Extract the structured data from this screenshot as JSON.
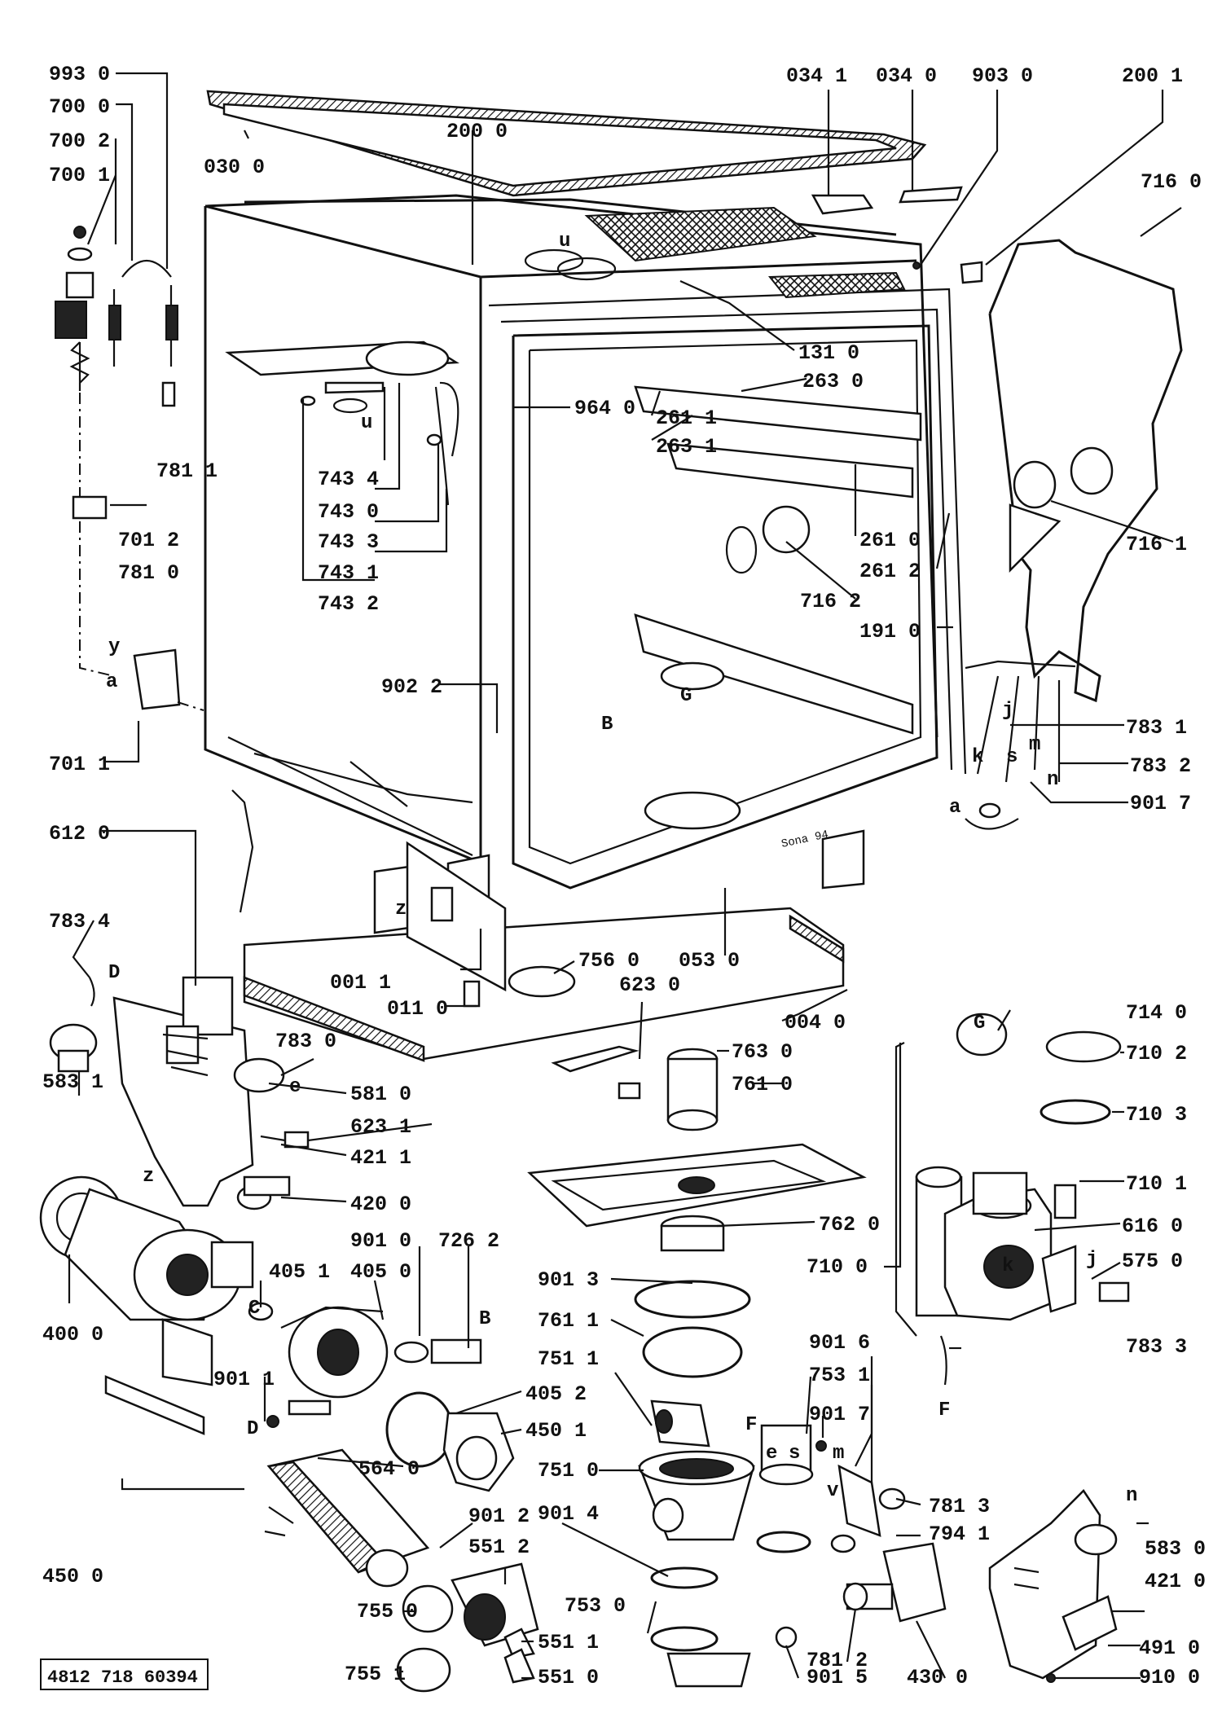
{
  "diagram": {
    "document_code": "4812 718 60394",
    "handwritten_mark": "Sona 94",
    "callouts": [
      {
        "id": "c-993-0",
        "text": "993 0"
      },
      {
        "id": "c-700-0",
        "text": "700 0"
      },
      {
        "id": "c-700-2",
        "text": "700 2"
      },
      {
        "id": "c-700-1",
        "text": "700 1"
      },
      {
        "id": "c-030-0",
        "text": "030 0"
      },
      {
        "id": "c-200-0",
        "text": "200 0"
      },
      {
        "id": "c-034-1",
        "text": "034 1"
      },
      {
        "id": "c-034-0",
        "text": "034 0"
      },
      {
        "id": "c-903-0",
        "text": "903 0"
      },
      {
        "id": "c-200-1",
        "text": "200 1"
      },
      {
        "id": "c-716-0",
        "text": "716 0"
      },
      {
        "id": "c-131-0",
        "text": "131 0"
      },
      {
        "id": "c-263-0",
        "text": "263 0"
      },
      {
        "id": "c-964-0",
        "text": "964 0"
      },
      {
        "id": "c-261-1",
        "text": "261 1"
      },
      {
        "id": "c-263-1",
        "text": "263 1"
      },
      {
        "id": "c-781-1",
        "text": "781 1"
      },
      {
        "id": "c-743-4",
        "text": "743 4"
      },
      {
        "id": "c-743-0",
        "text": "743 0"
      },
      {
        "id": "c-743-3",
        "text": "743 3"
      },
      {
        "id": "c-743-1",
        "text": "743 1"
      },
      {
        "id": "c-743-2",
        "text": "743 2"
      },
      {
        "id": "c-701-2",
        "text": "701 2"
      },
      {
        "id": "c-781-0",
        "text": "781 0"
      },
      {
        "id": "c-716-1",
        "text": "716 1"
      },
      {
        "id": "c-261-0",
        "text": "261 0"
      },
      {
        "id": "c-261-2",
        "text": "261 2"
      },
      {
        "id": "c-716-2",
        "text": "716 2"
      },
      {
        "id": "c-191-0",
        "text": "191 0"
      },
      {
        "id": "c-902-2",
        "text": "902 2"
      },
      {
        "id": "c-701-1",
        "text": "701 1"
      },
      {
        "id": "c-783-1",
        "text": "783 1"
      },
      {
        "id": "c-783-2",
        "text": "783 2"
      },
      {
        "id": "c-901-7a",
        "text": "901 7"
      },
      {
        "id": "c-612-0",
        "text": "612 0"
      },
      {
        "id": "c-783-4",
        "text": "783 4"
      },
      {
        "id": "c-756-0",
        "text": "756 0"
      },
      {
        "id": "c-053-0",
        "text": "053 0"
      },
      {
        "id": "c-001-1",
        "text": "001 1"
      },
      {
        "id": "c-623-0",
        "text": "623 0"
      },
      {
        "id": "c-011-0",
        "text": "011 0"
      },
      {
        "id": "c-004-0",
        "text": "004 0"
      },
      {
        "id": "c-714-0",
        "text": "714 0"
      },
      {
        "id": "c-783-0",
        "text": "783 0"
      },
      {
        "id": "c-763-0",
        "text": "763 0"
      },
      {
        "id": "c-710-2",
        "text": "710 2"
      },
      {
        "id": "c-583-1",
        "text": "583 1"
      },
      {
        "id": "c-581-0",
        "text": "581 0"
      },
      {
        "id": "c-761-0",
        "text": "761 0"
      },
      {
        "id": "c-710-3",
        "text": "710 3"
      },
      {
        "id": "c-623-1",
        "text": "623 1"
      },
      {
        "id": "c-421-1",
        "text": "421 1"
      },
      {
        "id": "c-710-1",
        "text": "710 1"
      },
      {
        "id": "c-420-0",
        "text": "420 0"
      },
      {
        "id": "c-762-0",
        "text": "762 0"
      },
      {
        "id": "c-616-0",
        "text": "616 0"
      },
      {
        "id": "c-901-0",
        "text": "901 0"
      },
      {
        "id": "c-726-2",
        "text": "726 2"
      },
      {
        "id": "c-405-1",
        "text": "405 1"
      },
      {
        "id": "c-405-0",
        "text": "405 0"
      },
      {
        "id": "c-710-0",
        "text": "710 0"
      },
      {
        "id": "c-575-0",
        "text": "575 0"
      },
      {
        "id": "c-901-3",
        "text": "901 3"
      },
      {
        "id": "c-400-0",
        "text": "400 0"
      },
      {
        "id": "c-761-1",
        "text": "761 1"
      },
      {
        "id": "c-783-3",
        "text": "783 3"
      },
      {
        "id": "c-901-6",
        "text": "901 6"
      },
      {
        "id": "c-751-1",
        "text": "751 1"
      },
      {
        "id": "c-753-1",
        "text": "753 1"
      },
      {
        "id": "c-901-1",
        "text": "901 1"
      },
      {
        "id": "c-405-2",
        "text": "405 2"
      },
      {
        "id": "c-901-7b",
        "text": "901 7"
      },
      {
        "id": "c-450-1",
        "text": "450 1"
      },
      {
        "id": "c-564-0",
        "text": "564 0"
      },
      {
        "id": "c-751-0",
        "text": "751 0"
      },
      {
        "id": "c-781-3",
        "text": "781 3"
      },
      {
        "id": "c-901-2",
        "text": "901 2"
      },
      {
        "id": "c-901-4",
        "text": "901 4"
      },
      {
        "id": "c-794-1",
        "text": "794 1"
      },
      {
        "id": "c-551-2",
        "text": "551 2"
      },
      {
        "id": "c-583-0",
        "text": "583 0"
      },
      {
        "id": "c-450-0",
        "text": "450 0"
      },
      {
        "id": "c-421-0",
        "text": "421 0"
      },
      {
        "id": "c-755-0",
        "text": "755 0"
      },
      {
        "id": "c-753-0",
        "text": "753 0"
      },
      {
        "id": "c-551-1",
        "text": "551 1"
      },
      {
        "id": "c-491-0",
        "text": "491 0"
      },
      {
        "id": "c-781-2",
        "text": "781 2"
      },
      {
        "id": "c-755-1",
        "text": "755 1"
      },
      {
        "id": "c-551-0",
        "text": "551 0"
      },
      {
        "id": "c-901-5",
        "text": "901 5"
      },
      {
        "id": "c-430-0",
        "text": "430 0"
      },
      {
        "id": "c-910-0",
        "text": "910 0"
      }
    ],
    "letters": [
      {
        "id": "l-u1",
        "text": "u"
      },
      {
        "id": "l-u2",
        "text": "u"
      },
      {
        "id": "l-y",
        "text": "y"
      },
      {
        "id": "l-a1",
        "text": "a"
      },
      {
        "id": "l-B1",
        "text": "B"
      },
      {
        "id": "l-G1",
        "text": "G"
      },
      {
        "id": "l-z1",
        "text": "z"
      },
      {
        "id": "l-j1",
        "text": "j"
      },
      {
        "id": "l-k1",
        "text": "k"
      },
      {
        "id": "l-s1",
        "text": "s"
      },
      {
        "id": "l-m1",
        "text": "m"
      },
      {
        "id": "l-n1",
        "text": "n"
      },
      {
        "id": "l-a2",
        "text": "a"
      },
      {
        "id": "l-D1",
        "text": "D"
      },
      {
        "id": "l-e1",
        "text": "e"
      },
      {
        "id": "l-G2",
        "text": "G"
      },
      {
        "id": "l-z2",
        "text": "z"
      },
      {
        "id": "l-C",
        "text": "C"
      },
      {
        "id": "l-B2",
        "text": "B"
      },
      {
        "id": "l-k2",
        "text": "k"
      },
      {
        "id": "l-j2",
        "text": "j"
      },
      {
        "id": "l-F1",
        "text": "F"
      },
      {
        "id": "l-D2",
        "text": "D"
      },
      {
        "id": "l-F2",
        "text": "F"
      },
      {
        "id": "l-e2",
        "text": "e"
      },
      {
        "id": "l-s2",
        "text": "s"
      },
      {
        "id": "l-m2",
        "text": "m"
      },
      {
        "id": "l-v",
        "text": "v"
      },
      {
        "id": "l-n2",
        "text": "n"
      }
    ]
  }
}
